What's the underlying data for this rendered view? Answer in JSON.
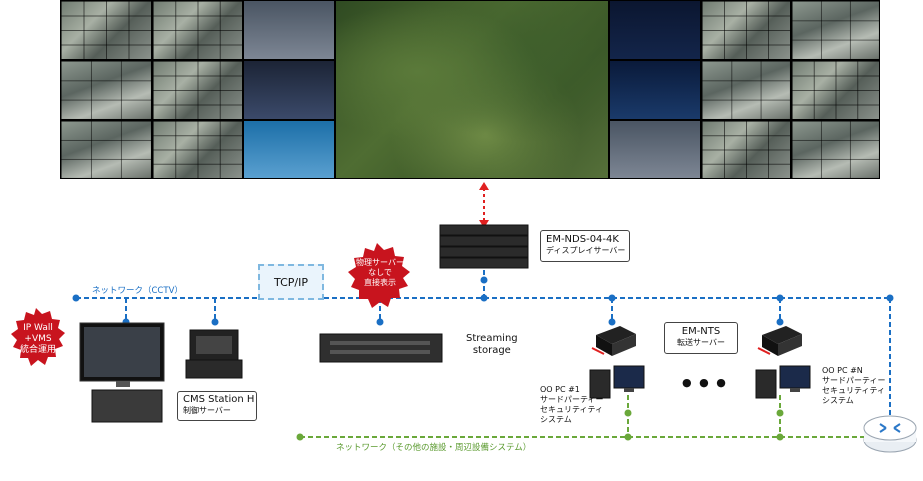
{
  "network": {
    "cctv_label": "ネットワーク（CCTV）",
    "other_label": "ネットワーク（その他の施設・周辺設備システム）",
    "tcp_label": "TCP/IP"
  },
  "badges": {
    "ipwall": [
      "IP Wall",
      "+VMS",
      "統合運用"
    ],
    "direct": [
      "物理サーバー",
      "なしで",
      "直接表示"
    ]
  },
  "devices": {
    "display_server": {
      "name": "EM-NDS-04-4K",
      "sub": "ディスプレイサーバー"
    },
    "storage": {
      "line1": "Streaming",
      "line2": "storage"
    },
    "cms": {
      "name": "CMS Station H",
      "sub": "制御サーバー"
    },
    "nts": {
      "name": "EM-NTS",
      "sub": "転送サーバー"
    },
    "pc1": {
      "title": "OO PC #1",
      "lines": [
        "サードパーティー",
        "セキュリティティ",
        "システム"
      ]
    },
    "pcn": {
      "title": "OO PC #N",
      "lines": [
        "サードパーティー",
        "セキュリティティ",
        "システム"
      ]
    },
    "ellipsis": "● ● ●"
  },
  "colors": {
    "blue_network": "#1a6fc4",
    "green_network": "#6aa83a",
    "badge_red": "#c8141e",
    "link_red": "#e02020"
  }
}
